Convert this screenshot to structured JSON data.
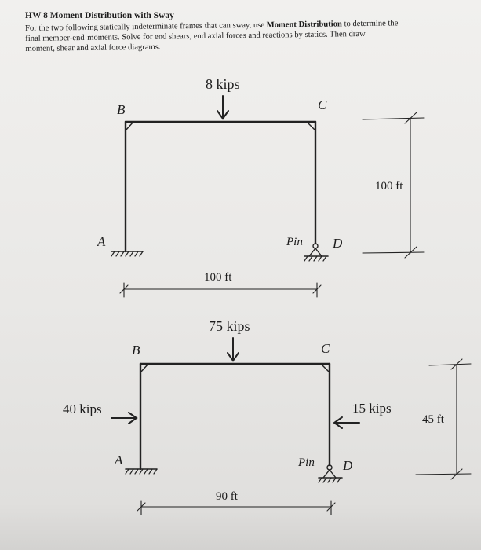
{
  "header": {
    "title": "HW 8 Moment Distribution with Sway",
    "intro_line1_pre": "For the two following statically indeterminate frames that can sway, use ",
    "intro_line1_bold": "Moment Distribution",
    "intro_line1_post": " to determine the",
    "intro_line2": "final member-end-moments.  Solve for end shears, end axial forces and reactions by statics.  Then draw",
    "intro_line3": "moment, shear and axial force diagrams."
  },
  "frame1": {
    "load": "8 kips",
    "joint_b": "B",
    "joint_c": "C",
    "joint_a": "A",
    "joint_d": "D",
    "support_d": "Pin",
    "height": "100 ft",
    "span": "100 ft"
  },
  "frame2": {
    "load_top": "75 kips",
    "load_left": "40 kips",
    "load_right": "15 kips",
    "joint_b": "B",
    "joint_c": "C",
    "joint_a": "A",
    "joint_d": "D",
    "support_d": "Pin",
    "height": "45 ft",
    "span": "90 ft"
  }
}
